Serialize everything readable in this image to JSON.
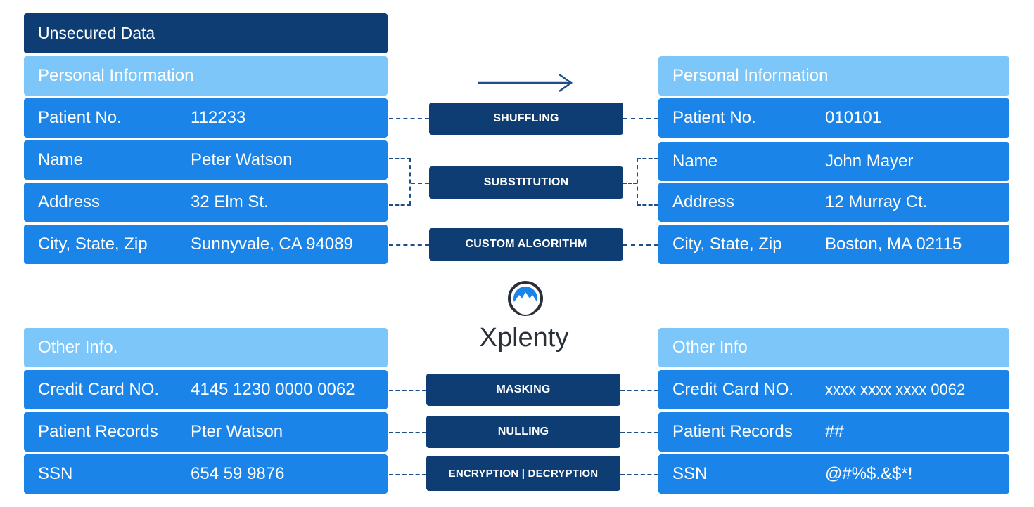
{
  "left": {
    "title": "Unsecured Data",
    "personal_header": "Personal Information",
    "personal_rows": [
      {
        "key": "Patient No.",
        "value": "112233"
      },
      {
        "key": "Name",
        "value": "Peter Watson"
      },
      {
        "key": "Address",
        "value": "32 Elm St."
      },
      {
        "key": "City, State, Zip",
        "value": "Sunnyvale, CA 94089"
      }
    ],
    "other_header": "Other Info.",
    "other_rows": [
      {
        "key": "Credit Card NO.",
        "value": "4145 1230 0000 0062"
      },
      {
        "key": "Patient Records",
        "value": "Pter Watson"
      },
      {
        "key": "SSN",
        "value": "654 59 9876"
      }
    ]
  },
  "right": {
    "personal_header": "Personal Information",
    "personal_rows": [
      {
        "key": "Patient No.",
        "value": "010101"
      },
      {
        "key": "Name",
        "value": "John Mayer"
      },
      {
        "key": "Address",
        "value": "12 Murray Ct."
      },
      {
        "key": "City, State, Zip",
        "value": "Boston, MA 02115"
      }
    ],
    "other_header": "Other Info",
    "other_rows": [
      {
        "key": "Credit Card NO.",
        "value": "xxxx xxxx xxxx 0062"
      },
      {
        "key": "Patient Records",
        "value": "##"
      },
      {
        "key": "SSN",
        "value": "@#%$.&$*!"
      }
    ]
  },
  "methods": {
    "shuffling": "SHUFFLING",
    "substitution": "SUBSTITUTION",
    "custom": "CUSTOM ALGORITHM",
    "masking": "MASKING",
    "nulling": "NULLING",
    "encryption": "ENCRYPTION | DECRYPTION"
  },
  "brand": {
    "name": "Xplenty",
    "icon": "mountain-logo-icon"
  },
  "colors": {
    "dark_navy": "#0d3d72",
    "light_blue": "#7cc6f9",
    "row_blue": "#1a84e8"
  }
}
